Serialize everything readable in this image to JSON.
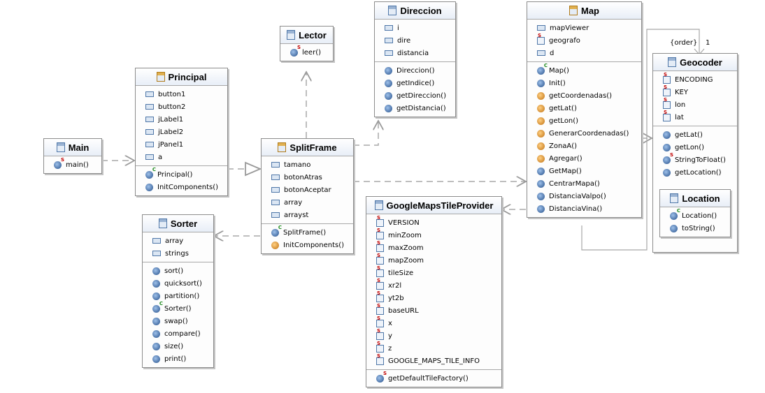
{
  "classes": {
    "main": {
      "name": "Main",
      "fields": [],
      "methods": [
        {
          "label": "main()",
          "icon": "static-method-icon"
        }
      ]
    },
    "principal": {
      "name": "Principal",
      "fields": [
        {
          "label": "button1",
          "icon": "field-icon"
        },
        {
          "label": "button2",
          "icon": "field-icon"
        },
        {
          "label": "jLabel1",
          "icon": "field-icon"
        },
        {
          "label": "jLabel2",
          "icon": "field-icon"
        },
        {
          "label": "jPanel1",
          "icon": "field-icon"
        },
        {
          "label": "a",
          "icon": "field-icon"
        }
      ],
      "methods": [
        {
          "label": "Principal()",
          "icon": "constructor-icon"
        },
        {
          "label": "InitComponents()",
          "icon": "method-icon"
        }
      ]
    },
    "lector": {
      "name": "Lector",
      "fields": [],
      "methods": [
        {
          "label": "leer()",
          "icon": "static-method-icon"
        }
      ]
    },
    "direccion": {
      "name": "Direccion",
      "fields": [
        {
          "label": "i",
          "icon": "field-icon"
        },
        {
          "label": "dire",
          "icon": "field-icon"
        },
        {
          "label": "distancia",
          "icon": "field-icon"
        }
      ],
      "methods": [
        {
          "label": "Direccion()",
          "icon": "method-icon"
        },
        {
          "label": "getIndice()",
          "icon": "method-icon"
        },
        {
          "label": "getDireccion()",
          "icon": "method-icon"
        },
        {
          "label": "getDistancia()",
          "icon": "method-icon"
        }
      ]
    },
    "splitframe": {
      "name": "SplitFrame",
      "fields": [
        {
          "label": "tamano",
          "icon": "field-icon"
        },
        {
          "label": "botonAtras",
          "icon": "field-icon"
        },
        {
          "label": "botonAceptar",
          "icon": "field-icon"
        },
        {
          "label": "array",
          "icon": "field-icon"
        },
        {
          "label": "arrayst",
          "icon": "field-icon"
        }
      ],
      "methods": [
        {
          "label": "SplitFrame()",
          "icon": "constructor-icon"
        },
        {
          "label": "InitComponents()",
          "icon": "private-method-icon"
        }
      ]
    },
    "sorter": {
      "name": "Sorter",
      "fields": [
        {
          "label": "array",
          "icon": "field-icon"
        },
        {
          "label": "strings",
          "icon": "field-icon"
        }
      ],
      "methods": [
        {
          "label": "sort()",
          "icon": "method-icon"
        },
        {
          "label": "quicksort()",
          "icon": "method-icon"
        },
        {
          "label": "partition()",
          "icon": "method-icon"
        },
        {
          "label": "Sorter()",
          "icon": "constructor-icon"
        },
        {
          "label": "swap()",
          "icon": "method-icon"
        },
        {
          "label": "compare()",
          "icon": "method-icon"
        },
        {
          "label": "size()",
          "icon": "method-icon"
        },
        {
          "label": "print()",
          "icon": "method-icon"
        }
      ]
    },
    "map": {
      "name": "Map",
      "fields": [
        {
          "label": "mapViewer",
          "icon": "field-icon"
        },
        {
          "label": "geografo",
          "icon": "static-field-icon"
        },
        {
          "label": "d",
          "icon": "field-icon"
        }
      ],
      "methods": [
        {
          "label": "Map()",
          "icon": "constructor-icon"
        },
        {
          "label": "Init()",
          "icon": "method-icon"
        },
        {
          "label": "getCoordenadas()",
          "icon": "private-method-icon"
        },
        {
          "label": "getLat()",
          "icon": "private-method-icon"
        },
        {
          "label": "getLon()",
          "icon": "private-method-icon"
        },
        {
          "label": "GenerarCoordenadas()",
          "icon": "private-method-icon"
        },
        {
          "label": "ZonaA()",
          "icon": "private-method-icon"
        },
        {
          "label": "Agregar()",
          "icon": "private-method-icon"
        },
        {
          "label": "GetMap()",
          "icon": "method-icon"
        },
        {
          "label": "CentrarMapa()",
          "icon": "method-icon"
        },
        {
          "label": "DistanciaValpo()",
          "icon": "method-icon"
        },
        {
          "label": "DistanciaVina()",
          "icon": "method-icon"
        }
      ]
    },
    "gmtp": {
      "name": "GoogleMapsTileProvider",
      "fields": [
        {
          "label": "VERSION",
          "icon": "static-field-icon"
        },
        {
          "label": "minZoom",
          "icon": "static-field-icon"
        },
        {
          "label": "maxZoom",
          "icon": "static-field-icon"
        },
        {
          "label": "mapZoom",
          "icon": "static-field-icon"
        },
        {
          "label": "tileSize",
          "icon": "static-field-icon"
        },
        {
          "label": "xr2l",
          "icon": "static-field-icon"
        },
        {
          "label": "yt2b",
          "icon": "static-field-icon"
        },
        {
          "label": "baseURL",
          "icon": "static-field-icon"
        },
        {
          "label": "x",
          "icon": "static-field-icon"
        },
        {
          "label": "y",
          "icon": "static-field-icon"
        },
        {
          "label": "z",
          "icon": "static-field-icon"
        },
        {
          "label": "GOOGLE_MAPS_TILE_INFO",
          "icon": "static-field-icon"
        }
      ],
      "methods": [
        {
          "label": "getDefaultTileFactory()",
          "icon": "static-method-icon"
        }
      ]
    },
    "geocoder": {
      "name": "Geocoder",
      "fields": [
        {
          "label": "ENCODING",
          "icon": "static-field-icon"
        },
        {
          "label": "KEY",
          "icon": "static-field-icon"
        },
        {
          "label": "lon",
          "icon": "static-field-icon"
        },
        {
          "label": "lat",
          "icon": "static-field-icon"
        }
      ],
      "methods": [
        {
          "label": "getLat()",
          "icon": "method-icon"
        },
        {
          "label": "getLon()",
          "icon": "method-icon"
        },
        {
          "label": "StringToFloat()",
          "icon": "static-method-icon"
        },
        {
          "label": "getLocation()",
          "icon": "method-icon"
        }
      ]
    },
    "location": {
      "name": "Location",
      "fields": [],
      "methods": [
        {
          "label": "Location()",
          "icon": "constructor-icon"
        },
        {
          "label": "toString()",
          "icon": "method-icon"
        }
      ]
    }
  },
  "labels": {
    "order": "{order}",
    "multiplicity": "1"
  }
}
